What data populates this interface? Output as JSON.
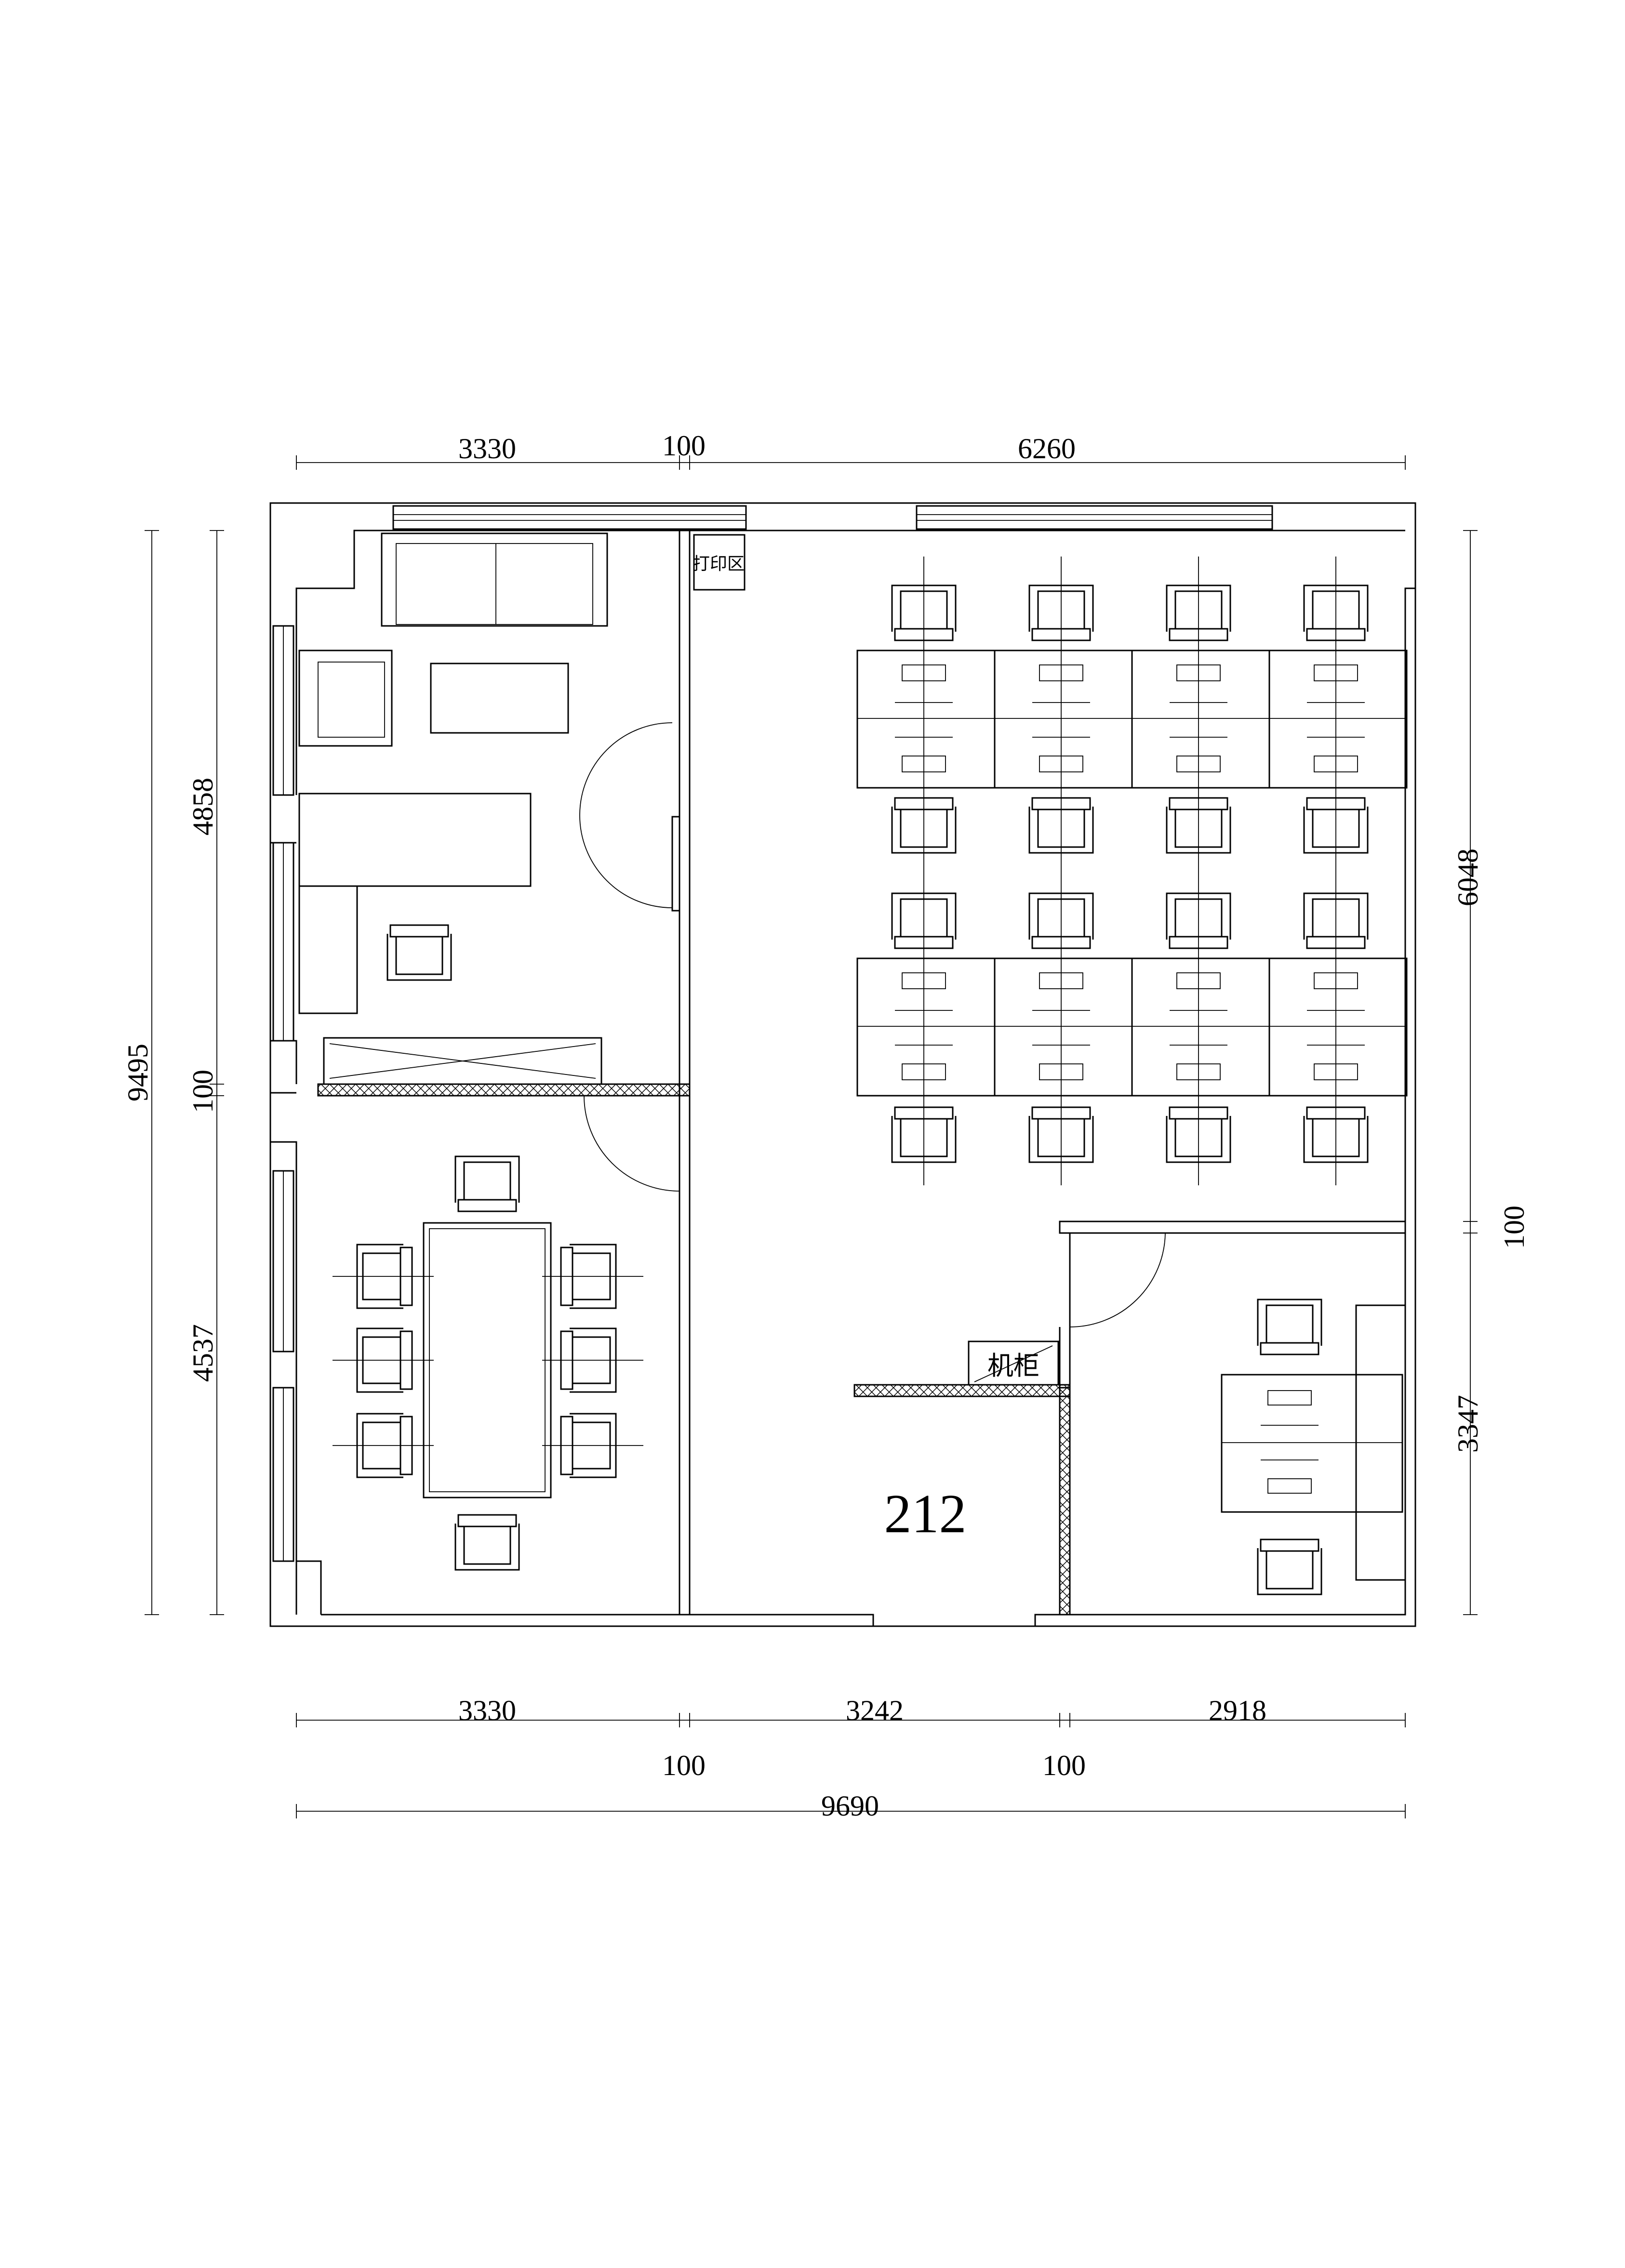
{
  "plan": {
    "room_number": "212",
    "labels": {
      "print_area": "打印区",
      "cabinet": "机柜"
    },
    "dimensions": {
      "top": [
        "3330",
        "100",
        "6260"
      ],
      "left_total": "9495",
      "left": [
        "4858",
        "100",
        "4537"
      ],
      "right": [
        "6048",
        "100",
        "3347"
      ],
      "bottom": [
        "3330",
        "3242",
        "2918"
      ],
      "bottom_walls": [
        "100",
        "100"
      ],
      "bottom_total": "9690"
    }
  }
}
